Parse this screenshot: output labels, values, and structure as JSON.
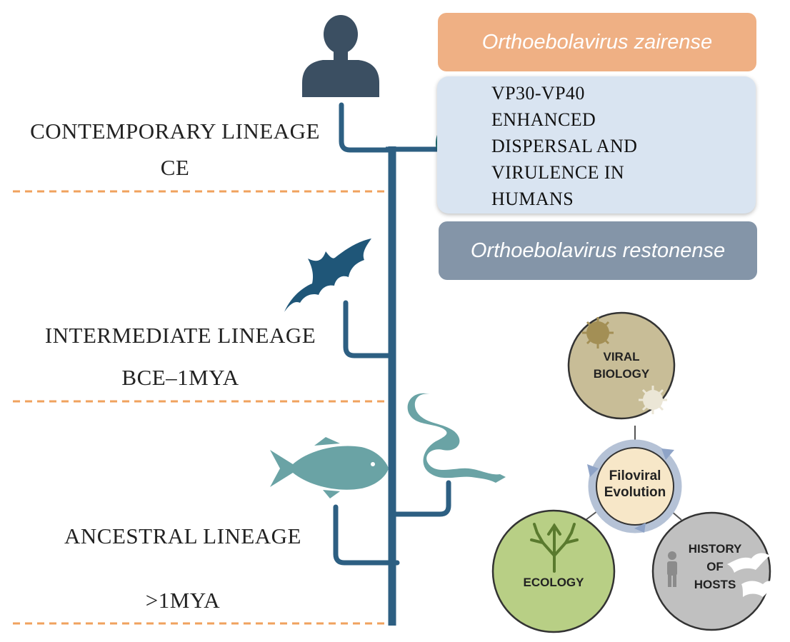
{
  "lineages": {
    "contemporary": {
      "name": "CONTEMPORARY LINEAGE",
      "era": "CE"
    },
    "intermediate": {
      "name": "INTERMEDIATE LINEAGE",
      "era": "BCE–1MYA"
    },
    "ancestral": {
      "name": "ANCESTRAL LINEAGE",
      "era": ">1MYA"
    }
  },
  "species": {
    "top": "Orthoebolavirus zairense",
    "bottom": "Orthoebolavirus restonense"
  },
  "virulence_box": {
    "lines": [
      "VP30-VP40",
      "ENHANCED",
      "DISPERSAL AND",
      "VIRULENCE IN",
      "HUMANS"
    ]
  },
  "cycle": {
    "center": [
      "Filoviral",
      "Evolution"
    ],
    "viral": [
      "VIRAL",
      "BIOLOGY"
    ],
    "ecology": "ECOLOGY",
    "hosts": [
      "HISTORY",
      "OF",
      "HOSTS"
    ]
  },
  "colors": {
    "timeline": "#2d5f82",
    "host_icons": "#1f5678",
    "reptile_fish": "#6aa3a5",
    "person_icon": "#3b4f62",
    "skull": "#1f6e70",
    "dash": "#f0a25e",
    "arrow_up": "#f7b500",
    "arrow_down": "#8999ab",
    "box_top": "#efb084",
    "box_mid": "#d9e4f1",
    "box_bot": "#8495a8",
    "circle_viral": "#c8bd97",
    "circle_center": "#f7e7c8",
    "circle_ecology": "#b8cf85",
    "circle_hosts": "#c0c0c0"
  },
  "icons": [
    "person-icon",
    "skull-icon",
    "bat-icon",
    "fish-icon",
    "snake-icon",
    "virus-icon",
    "tree-icon",
    "human-icon",
    "bats-icon",
    "up-arrow-icon",
    "down-arrow-icon"
  ]
}
